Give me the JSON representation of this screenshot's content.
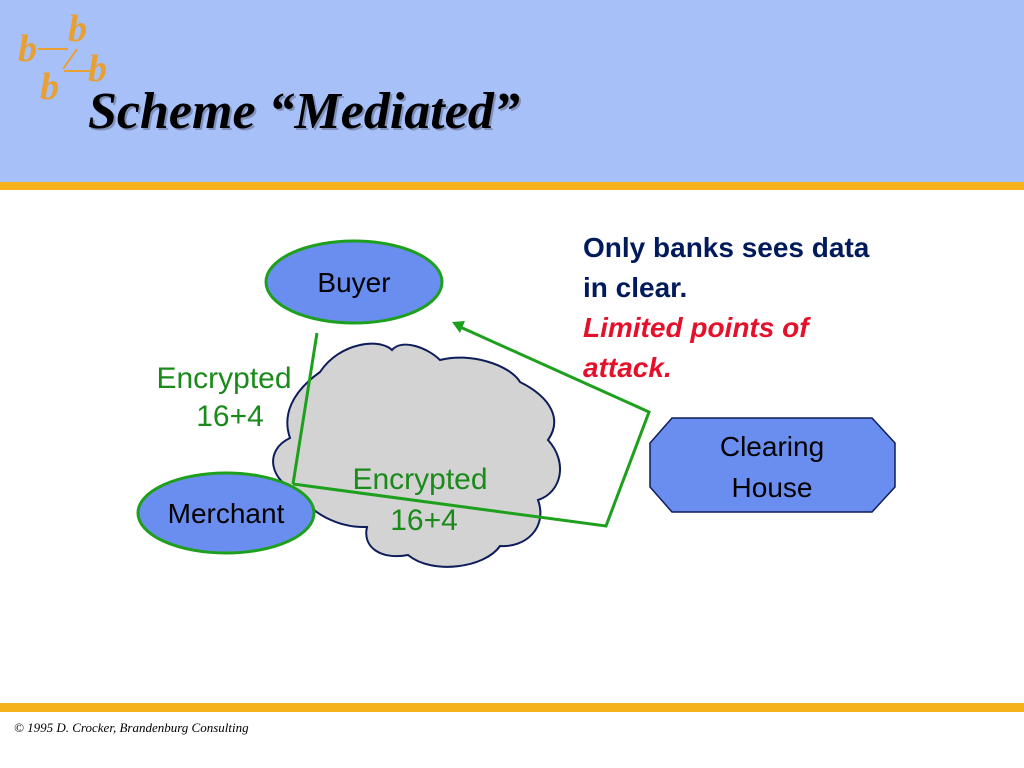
{
  "slide": {
    "title": "Scheme “Mediated”",
    "logo_glyph": "b"
  },
  "diagram": {
    "nodes": {
      "buyer": "Buyer",
      "merchant": "Merchant",
      "clearing_house_line1": "Clearing",
      "clearing_house_line2": "House"
    },
    "edges": {
      "buyer_merchant_line1": "Encrypted",
      "buyer_merchant_line2": "16+4",
      "merchant_clearing_line1": "Encrypted",
      "merchant_clearing_line2": "16+4"
    }
  },
  "note": {
    "line1": "Only banks sees data",
    "line2": "in clear.",
    "emph_line1": "Limited points of",
    "emph_line2": "attack."
  },
  "footer": {
    "copyright": "© 1995 D. Crocker, Brandenburg Consulting"
  },
  "colors": {
    "header": "#a8c0f8",
    "accent_rule": "#f5b21a",
    "node_fill": "#6a8ef0",
    "node_border": "#1ea01e",
    "edge": "#1ea01e",
    "cloud_fill": "#d3d3d3",
    "note_text": "#001a5c",
    "note_emphasis": "#e5102a"
  }
}
